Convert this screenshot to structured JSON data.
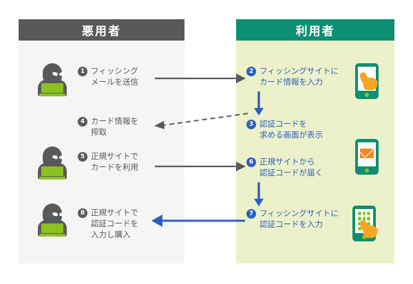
{
  "diagram": {
    "title_left": "悪用者",
    "title_right": "利用者",
    "accent_dark": "#58595b",
    "accent_green": "#0e8f72",
    "accent_blue": "#2c5fc5",
    "accent_orange": "#f5a623",
    "panel_left_bg": "#f5f5f5",
    "panel_right_bg": "#edf1c9"
  },
  "attacker_steps": [
    {
      "num": "1",
      "text": "フィッシング\nメールを送信"
    },
    {
      "num": "4",
      "text": "カード情報を\n搾取"
    },
    {
      "num": "5",
      "text": "正規サイトで\nカードを利用"
    },
    {
      "num": "8",
      "text": "正規サイトで\n認証コードを\n入力し購入"
    }
  ],
  "victim_steps": [
    {
      "num": "2",
      "text": "フィッシングサイトに\nカード情報を入力"
    },
    {
      "num": "3",
      "text": "認証コードを\n求める画面が表示"
    },
    {
      "num": "6",
      "text": "正規サイトから\n認証コードが届く"
    },
    {
      "num": "7",
      "text": "フィッシングサイトに\n認証コードを入力"
    }
  ],
  "icons": {
    "phone_touch": "smartphone-touch-icon",
    "phone_mail": "smartphone-mail-icon",
    "phone_keypad": "smartphone-keypad-icon",
    "attacker": "hacker-avatar-icon"
  }
}
